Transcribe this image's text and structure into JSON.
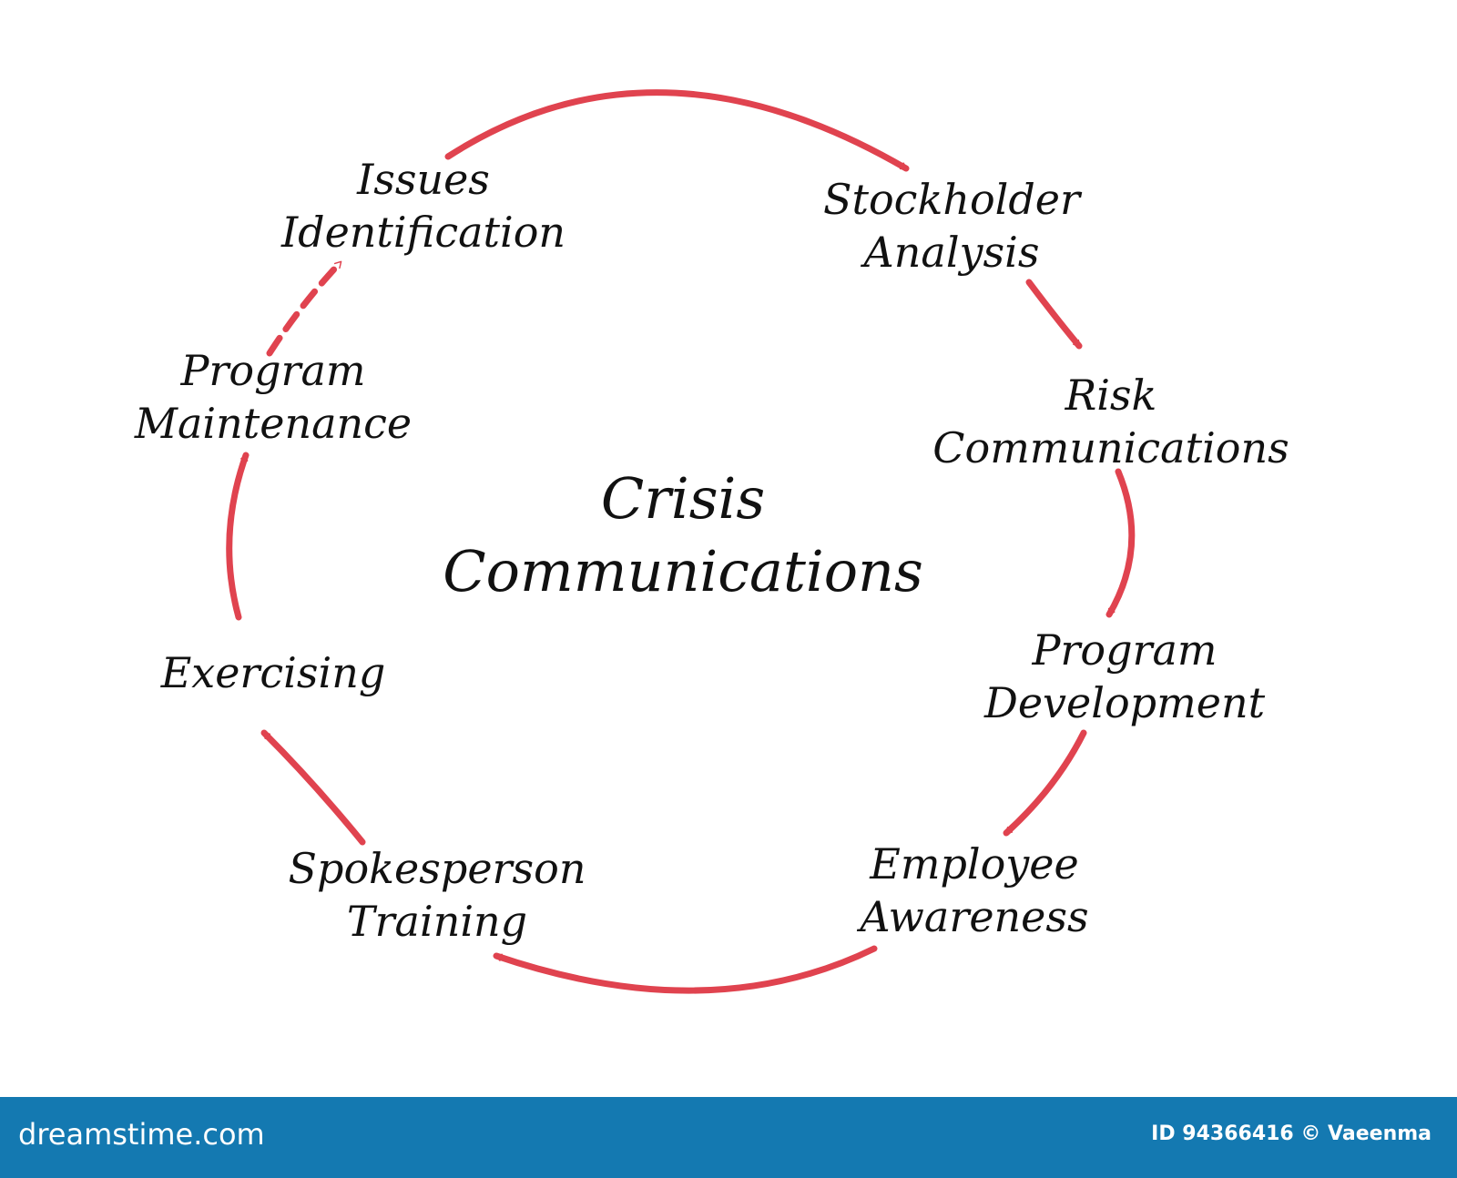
{
  "diagram": {
    "center": [
      "Crisis",
      "Communications"
    ],
    "steps": [
      {
        "id": "issues-identification",
        "lines": [
          "Issues",
          "Identification"
        ]
      },
      {
        "id": "stockholder-analysis",
        "lines": [
          "Stockholder",
          "Analysis"
        ]
      },
      {
        "id": "risk-communications",
        "lines": [
          "Risk",
          "Communications"
        ]
      },
      {
        "id": "program-development",
        "lines": [
          "Program",
          "Development"
        ]
      },
      {
        "id": "employee-awareness",
        "lines": [
          "Employee",
          "Awareness"
        ]
      },
      {
        "id": "spokesperson-training",
        "lines": [
          "Spokesperson",
          "Training"
        ]
      },
      {
        "id": "exercising",
        "lines": [
          "Exercising"
        ]
      },
      {
        "id": "program-maintenance",
        "lines": [
          "Program",
          "Maintenance"
        ]
      }
    ],
    "arrow_color": "#e0434f",
    "text_color": "#111111"
  },
  "footer": {
    "brand": "dreamstime.com",
    "credit": "ID 94366416 © Vaeenma",
    "background": "#1479b1"
  }
}
